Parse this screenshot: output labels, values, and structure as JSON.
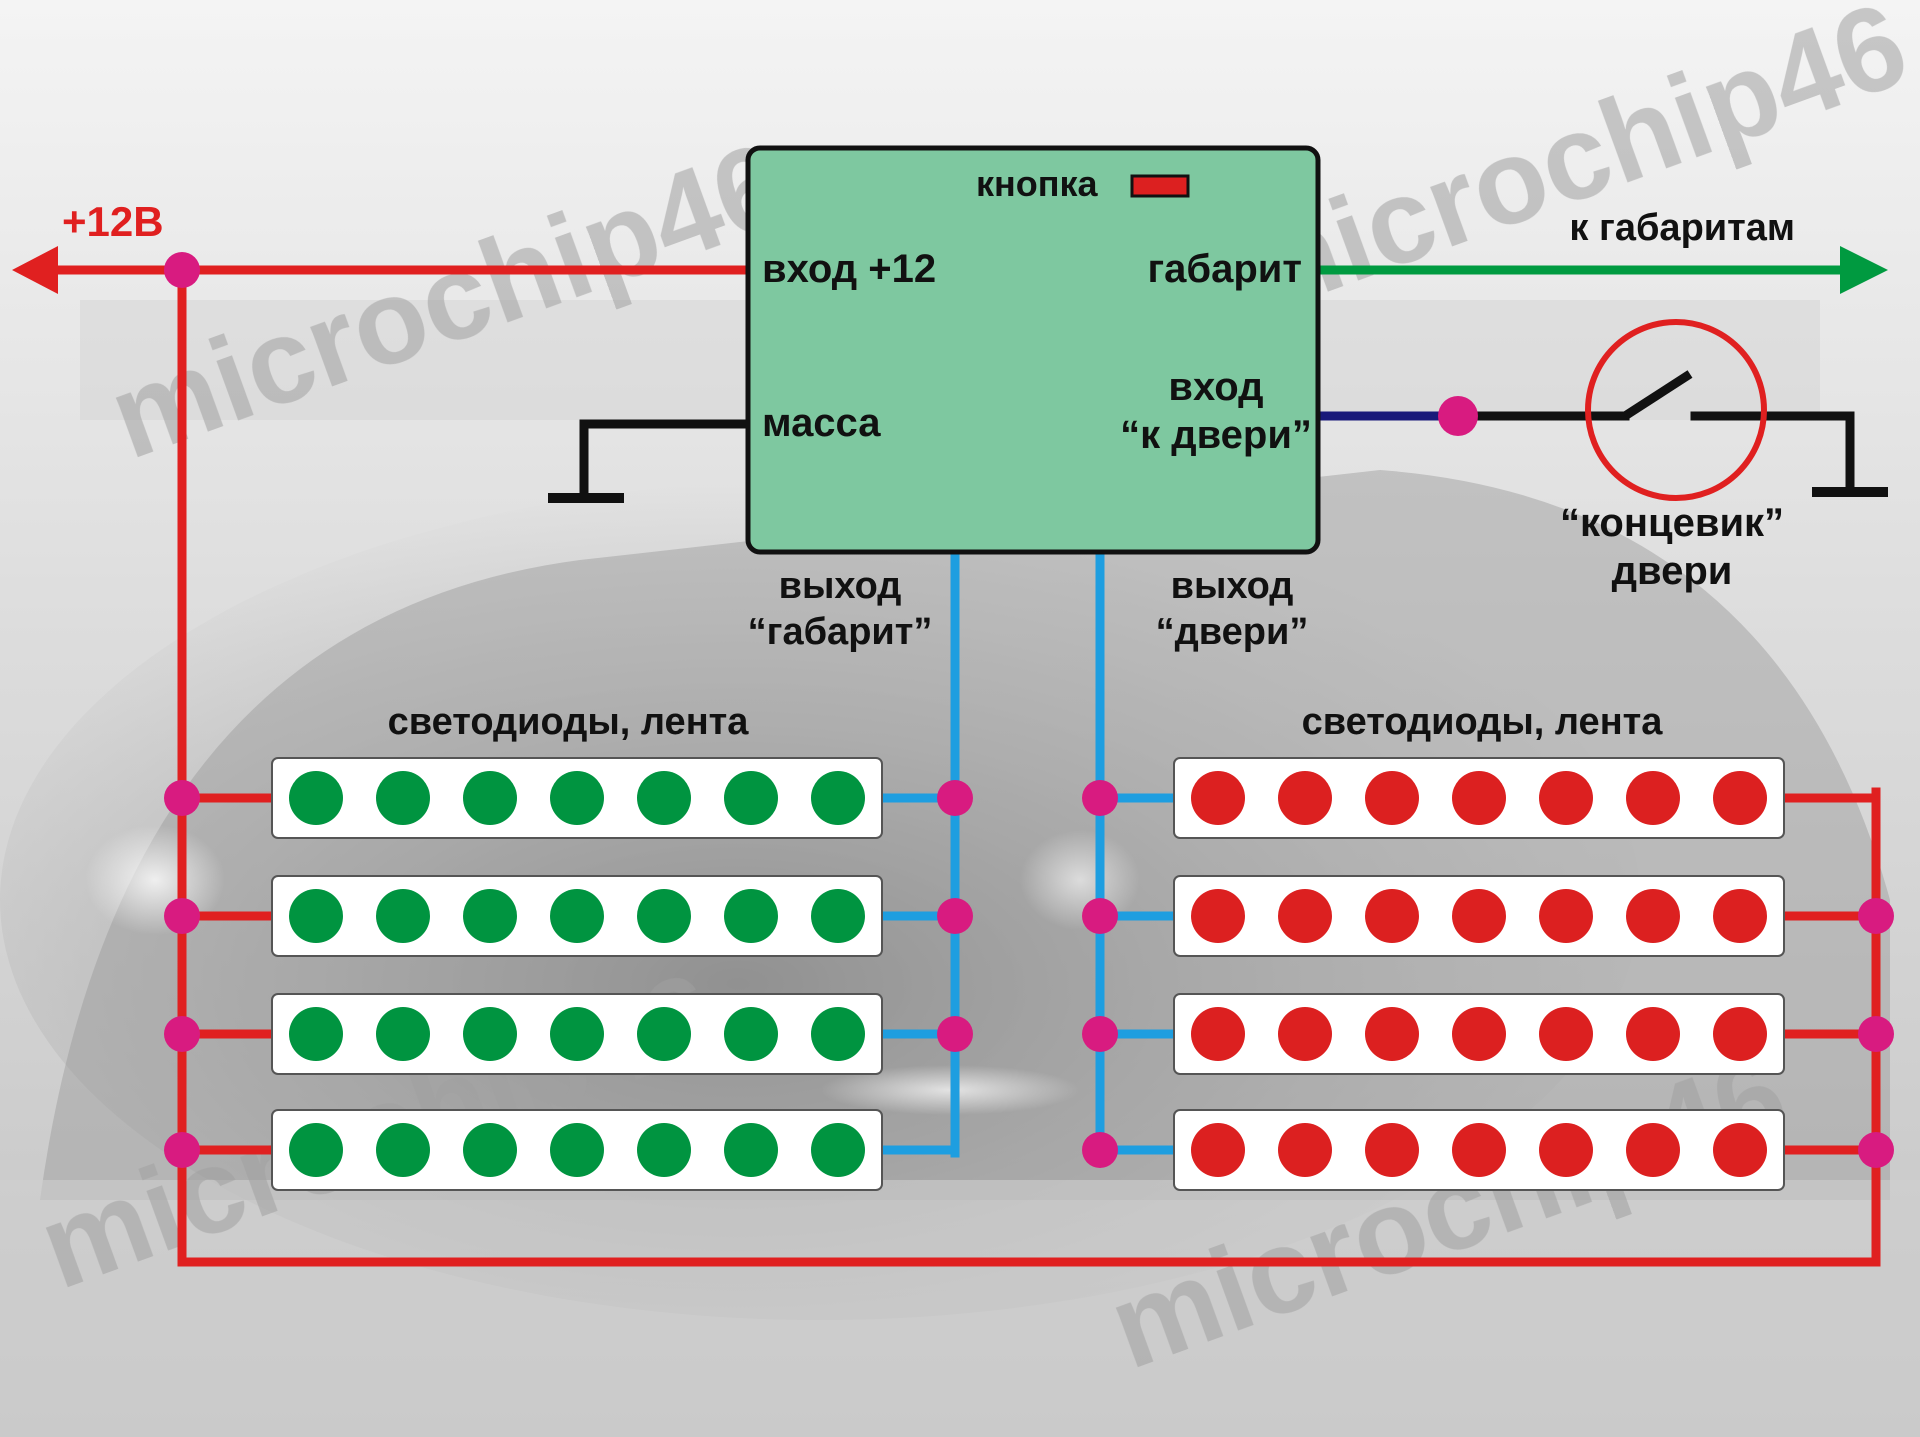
{
  "watermark": "microchip46",
  "colors": {
    "supply": "#e02020",
    "parking": "#009a40",
    "door_input": "#1a1a7a",
    "output_wire": "#1e9ee0",
    "node": "#d81b80",
    "module_fill": "#7ec8a0",
    "led_green": "#009440",
    "led_red": "#dc2020",
    "ground": "#111111"
  },
  "supply_label": "+12В",
  "parking_out_label": "к габаритам",
  "module": {
    "button_label": "кнопка",
    "input_12_label": "вход +12",
    "ground_label": "масса",
    "parking_label": "габарит",
    "door_in_line1": "вход",
    "door_in_line2": "“к двери”"
  },
  "door_switch": {
    "line1": "“концевик”",
    "line2": "двери"
  },
  "outputs": {
    "parking_line1": "выход",
    "parking_line2": "“габарит”",
    "door_line1": "выход",
    "door_line2": "“двери”"
  },
  "led_groups": [
    {
      "label": "светодиоды, лента",
      "color": "green",
      "strips": 4,
      "leds_per_strip": 7
    },
    {
      "label": "светодиоды, лента",
      "color": "red",
      "strips": 4,
      "leds_per_strip": 7
    }
  ]
}
